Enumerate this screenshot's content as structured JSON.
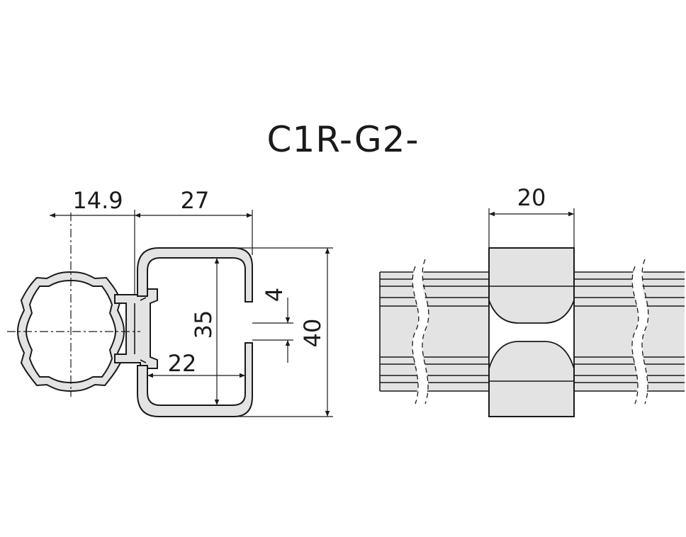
{
  "title": "C1R-G2-",
  "dimensions": {
    "pipe_offset": "14.9",
    "frame_width": "27",
    "inner_height": "35",
    "slot_gap": "4",
    "outer_height": "40",
    "inner_width": "22",
    "joint_width": "20"
  },
  "colors": {
    "part_fill": "#e3e3e3",
    "line": "#1a1a1a",
    "background": "#ffffff"
  }
}
